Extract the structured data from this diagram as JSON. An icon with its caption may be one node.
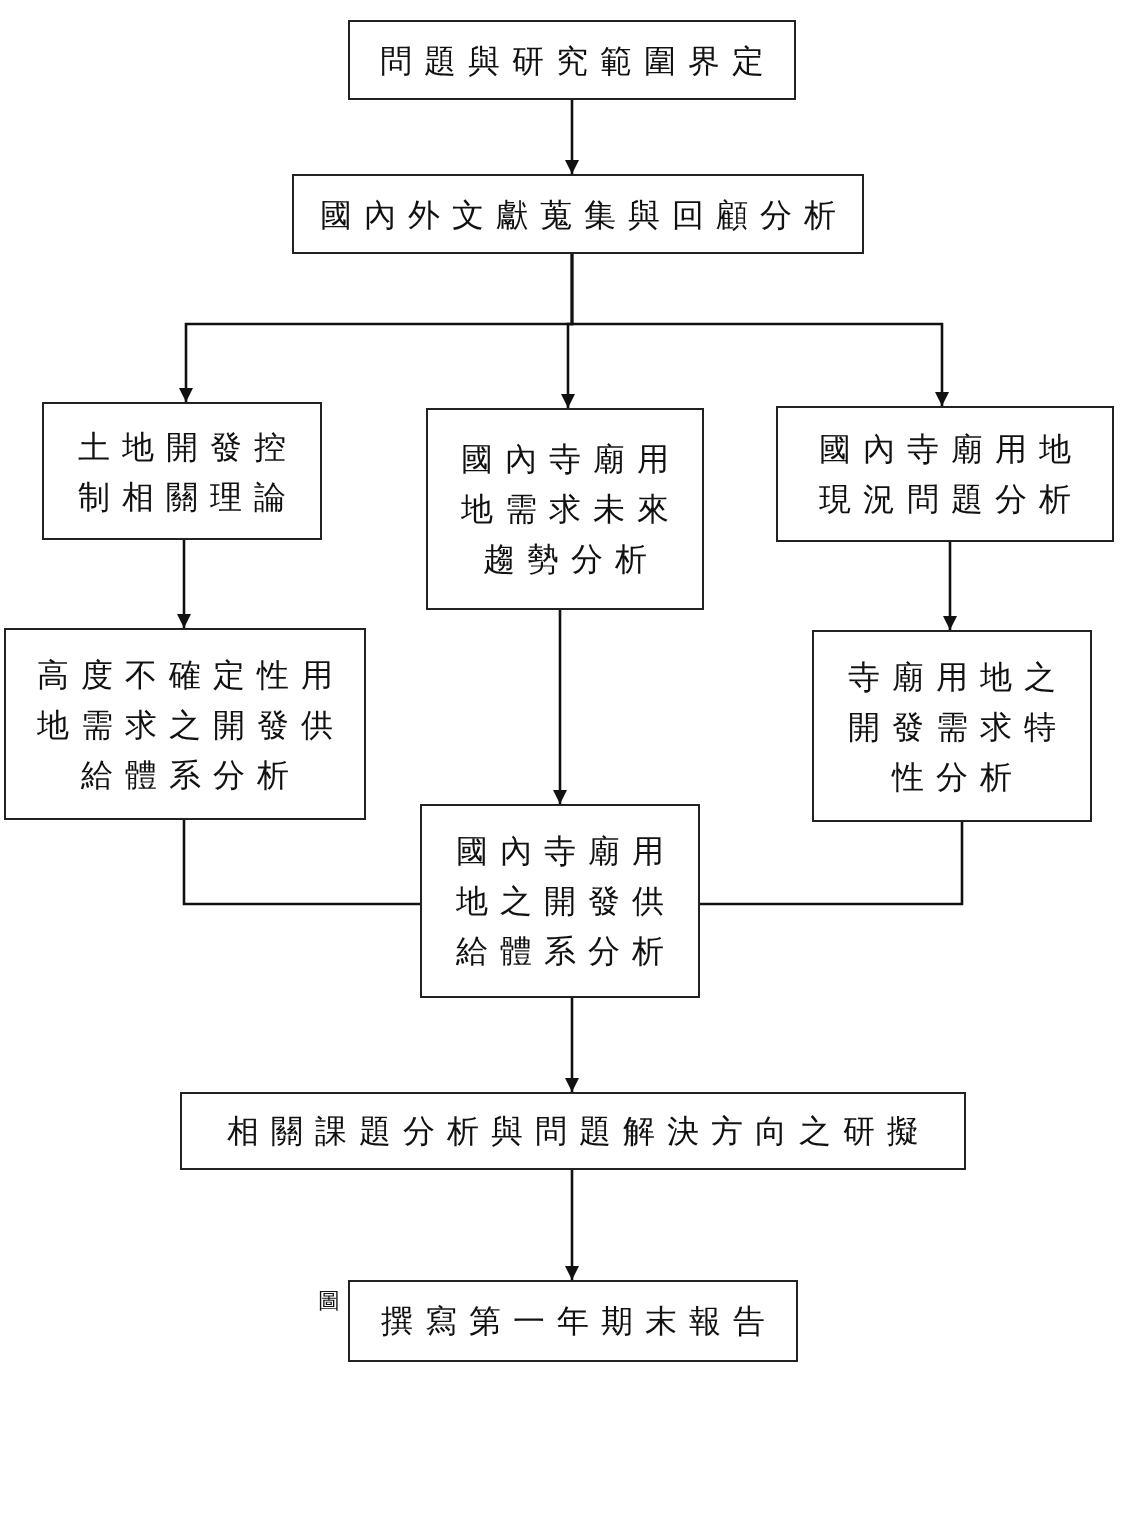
{
  "diagram": {
    "nodes": [
      {
        "text": [
          "問題與研究範圍界定"
        ]
      },
      {
        "text": [
          "國內外文獻蒐集與回顧分析"
        ]
      },
      {
        "text": [
          "土地開發控制相關理論"
        ]
      },
      {
        "text": [
          "國內寺廟用地需求未來趨勢分析"
        ]
      },
      {
        "text": [
          "國內寺廟用地現況問題分析"
        ]
      },
      {
        "text": [
          "高度不確定性用地需求之開發供給體系分析"
        ]
      },
      {
        "text": [
          "國內寺廟用地之開發供給體系分析"
        ]
      },
      {
        "text": [
          "寺廟用地之開發需求特性分析"
        ]
      },
      {
        "text": [
          "相關課題分析與問題解決方向之研擬"
        ]
      },
      {
        "text": [
          "撰寫第一年期末報告"
        ]
      }
    ],
    "edges": [
      {
        "from": 0,
        "to": 1,
        "arrow": "to"
      },
      {
        "from": 1,
        "to": 2,
        "arrow": "to"
      },
      {
        "from": 1,
        "to": 3,
        "arrow": "to"
      },
      {
        "from": 1,
        "to": 4,
        "arrow": "to"
      },
      {
        "from": 2,
        "to": 5,
        "arrow": "to"
      },
      {
        "from": 3,
        "to": 6,
        "arrow": "to"
      },
      {
        "from": 4,
        "to": 7,
        "arrow": "to"
      },
      {
        "from": 5,
        "to": 6,
        "arrow": "none"
      },
      {
        "from": 7,
        "to": 6,
        "arrow": "none"
      },
      {
        "from": 6,
        "to": 8,
        "arrow": "to"
      },
      {
        "from": 8,
        "to": 9,
        "arrow": "to"
      }
    ],
    "labels": [
      "圖"
    ]
  }
}
